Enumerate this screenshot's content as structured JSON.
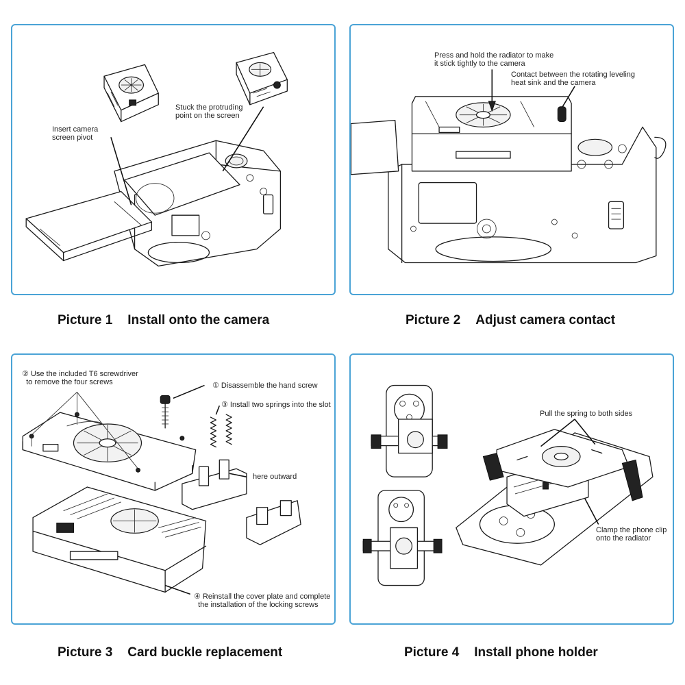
{
  "pictures": [
    {
      "number": "Picture 1",
      "title": "Install onto the camera",
      "notes": [
        "Insert camera\nscreen pivot",
        "Stuck the protruding\npoint on the screen"
      ]
    },
    {
      "number": "Picture 2",
      "title": "Adjust camera contact",
      "notes": [
        "Press and hold the radiator to make\nit stick tightly to the camera",
        "Contact between the rotating leveling\nheat sink and the camera"
      ]
    },
    {
      "number": "Picture 3",
      "title": "Card buckle replacement",
      "notes": [
        "② Use the included T6 screwdriver\n  to remove the four screws",
        "① Disassemble the hand screw",
        "③ Install two springs into the slot",
        "here outward",
        "④ Reinstall the cover plate and complete\n  the installation of the locking screws"
      ]
    },
    {
      "number": "Picture 4",
      "title": "Install phone holder",
      "notes": [
        "Pull the spring to both sides",
        "Clamp the phone clip\nonto the radiator"
      ]
    }
  ],
  "colors": {
    "panel_border": "#4aa3d6",
    "line": "#1a1a1a"
  }
}
